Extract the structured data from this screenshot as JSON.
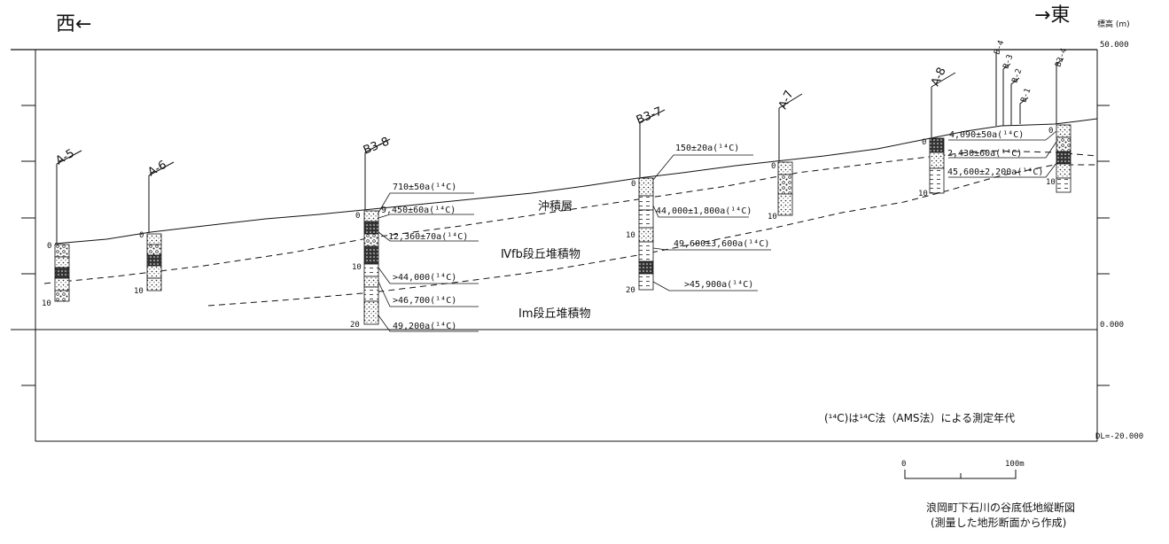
{
  "header": {
    "west": "西←",
    "east": "→東",
    "elevation_axis": "標高 (m)"
  },
  "axis": {
    "top": "50.000",
    "zero": "0.000",
    "bottom": "DL=-20.000"
  },
  "layers": {
    "alluvium": "沖積層",
    "terrace_4b": "Ⅳfb段丘堆積物",
    "terrace_1m": "Ⅰm段丘堆積物"
  },
  "boreholes": [
    {
      "name": "A-5",
      "top_depth": "0",
      "bottom_depth": "10"
    },
    {
      "name": "A-6",
      "top_depth": "0",
      "bottom_depth": "10"
    },
    {
      "name": "B3-8",
      "top_depth": "0",
      "mid_depth": "10",
      "bottom_depth": "20"
    },
    {
      "name": "B3-7",
      "top_depth": "0",
      "mid_depth": "10",
      "bottom_depth": "20"
    },
    {
      "name": "A-7",
      "top_depth": "0",
      "bottom_depth": "10"
    },
    {
      "name": "A-8",
      "top_depth": "0",
      "bottom_depth": "10"
    },
    {
      "name": "B-4"
    },
    {
      "name": "B-3"
    },
    {
      "name": "B-2"
    },
    {
      "name": "B-1"
    },
    {
      "name": "B3-4",
      "top_depth": "0",
      "bottom_depth": "10"
    }
  ],
  "ages": {
    "b38": [
      "710±50a(¹⁴C)",
      "9,450±60a(¹⁴C)",
      "12,360±70a(¹⁴C)",
      ">44,000(¹⁴C)",
      ">46,700(¹⁴C)",
      "49,200a(¹⁴C)"
    ],
    "b37": [
      "150±20a(¹⁴C)",
      "44,000±1,800a(¹⁴C)",
      "49,600±3,600a(¹⁴C)",
      ">45,900a(¹⁴C)"
    ],
    "b34": [
      "4,090±50a(¹⁴C)",
      "2,430±60a(¹⁴C)",
      "45,600±2,200a(¹⁴C)"
    ]
  },
  "note": "(¹⁴C)は¹⁴C法（AMS法）による測定年代",
  "scale": {
    "start": "0",
    "end": "100m"
  },
  "caption": {
    "line1": "浪岡町下石川の谷底低地縦断図",
    "line2": "(測量した地形断面から作成)"
  },
  "colors": {
    "ink": "#111111",
    "paper": "#ffffff"
  }
}
